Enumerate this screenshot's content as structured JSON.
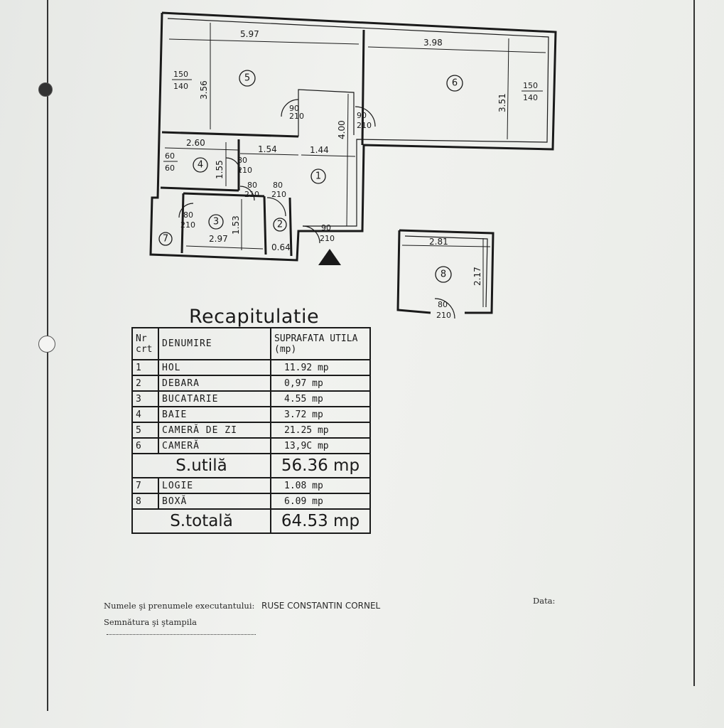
{
  "plan": {
    "rooms": [
      {
        "num": "1"
      },
      {
        "num": "2"
      },
      {
        "num": "3"
      },
      {
        "num": "4"
      },
      {
        "num": "5"
      },
      {
        "num": "6"
      },
      {
        "num": "7"
      },
      {
        "num": "8"
      }
    ],
    "dims": {
      "d597": "5.97",
      "d398": "3.98",
      "d356": "3.56",
      "d351": "3.51",
      "d260": "2.60",
      "d154": "1.54",
      "d144": "1.44",
      "d400": "4.00",
      "d155": "1.55",
      "d153": "1.53",
      "d297": "2.97",
      "d064": "0.64",
      "d281": "2.81",
      "d217": "2.17"
    },
    "openings": {
      "w5a": "150",
      "w5b": "140",
      "w6a": "150",
      "w6b": "140",
      "w4a": "60",
      "w4b": "60",
      "door5a": "90",
      "door5b": "210",
      "door6a": "90",
      "door6b": "210",
      "door4a": "80",
      "door4b": "210",
      "door2la": "80",
      "door2lb": "210",
      "door2ra": "80",
      "door2rb": "210",
      "door3a": "80",
      "door3b": "210",
      "entra": "90",
      "entrb": "210",
      "door8a": "80",
      "door8b": "210"
    }
  },
  "recap": {
    "title": "Recapitulatie",
    "headers": {
      "nr": "Nr crt",
      "name": "DENUMIRE",
      "area": "SUPRAFATA UTILA (mp)"
    },
    "rows": [
      {
        "nr": "1",
        "name": "HOL",
        "area": "11.92 mp"
      },
      {
        "nr": "2",
        "name": "DEBARA",
        "area": "0,97 mp"
      },
      {
        "nr": "3",
        "name": "BUCATARIE",
        "area": "4.55 mp"
      },
      {
        "nr": "4",
        "name": "BAIE",
        "area": "3.72 mp"
      },
      {
        "nr": "5",
        "name": "CAMERĂ DE ZI",
        "area": "21.25 mp"
      },
      {
        "nr": "6",
        "name": "CAMERĂ",
        "area": "13,9C mp"
      }
    ],
    "sutila": {
      "label": "S.utilă",
      "value": "56.36 mp"
    },
    "rows2": [
      {
        "nr": "7",
        "name": "LOGIE",
        "area": "1.08 mp"
      },
      {
        "nr": "8",
        "name": "BOXĂ",
        "area": "6.09 mp"
      }
    ],
    "stotala": {
      "label": "S.totală",
      "value": "64.53 mp"
    }
  },
  "footer": {
    "executant_label": "Numele şi prenumele executantului:",
    "executant_name": "RUSE CONSTANTIN CORNEL",
    "semnatura": "Semnătura şi ştampila",
    "data_label": "Data:"
  }
}
